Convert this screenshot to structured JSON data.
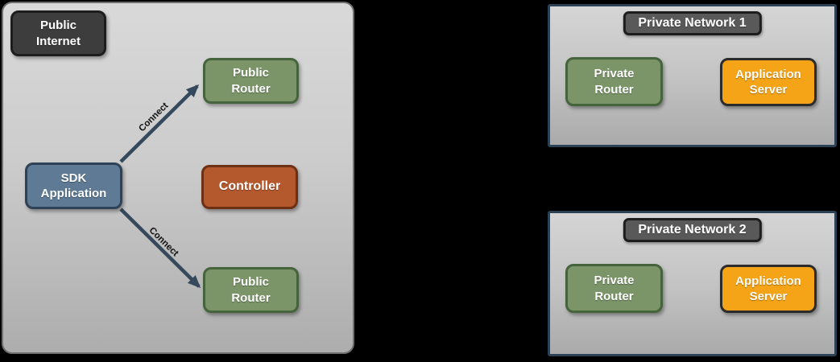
{
  "public_internet": {
    "label": "Public\nInternet",
    "public_router_top": "Public\nRouter",
    "controller": "Controller",
    "sdk_application": "SDK\nApplication",
    "public_router_bottom": "Public\nRouter",
    "connections": [
      {
        "label": "Connect"
      },
      {
        "label": "Connect"
      }
    ]
  },
  "private_network_1": {
    "title": "Private Network 1",
    "private_router": "Private\nRouter",
    "application_server": "Application\nServer"
  },
  "private_network_2": {
    "title": "Private Network 2",
    "private_router": "Private\nRouter",
    "application_server": "Application\nServer"
  },
  "colors": {
    "background": "#000000",
    "public_internet_label_bg": "#3d3d3d",
    "router_green": "#7b9569",
    "router_green_border": "#46643c",
    "controller_rust": "#b4582e",
    "controller_rust_border": "#6e3014",
    "sdk_slate": "#5e7a94",
    "sdk_slate_border": "#2e4257",
    "server_orange": "#f5a417",
    "server_orange_border": "#2b2b2b",
    "network_container_border": "#2d4156",
    "network_label_bg": "#595959",
    "arrow": "#36495c"
  }
}
